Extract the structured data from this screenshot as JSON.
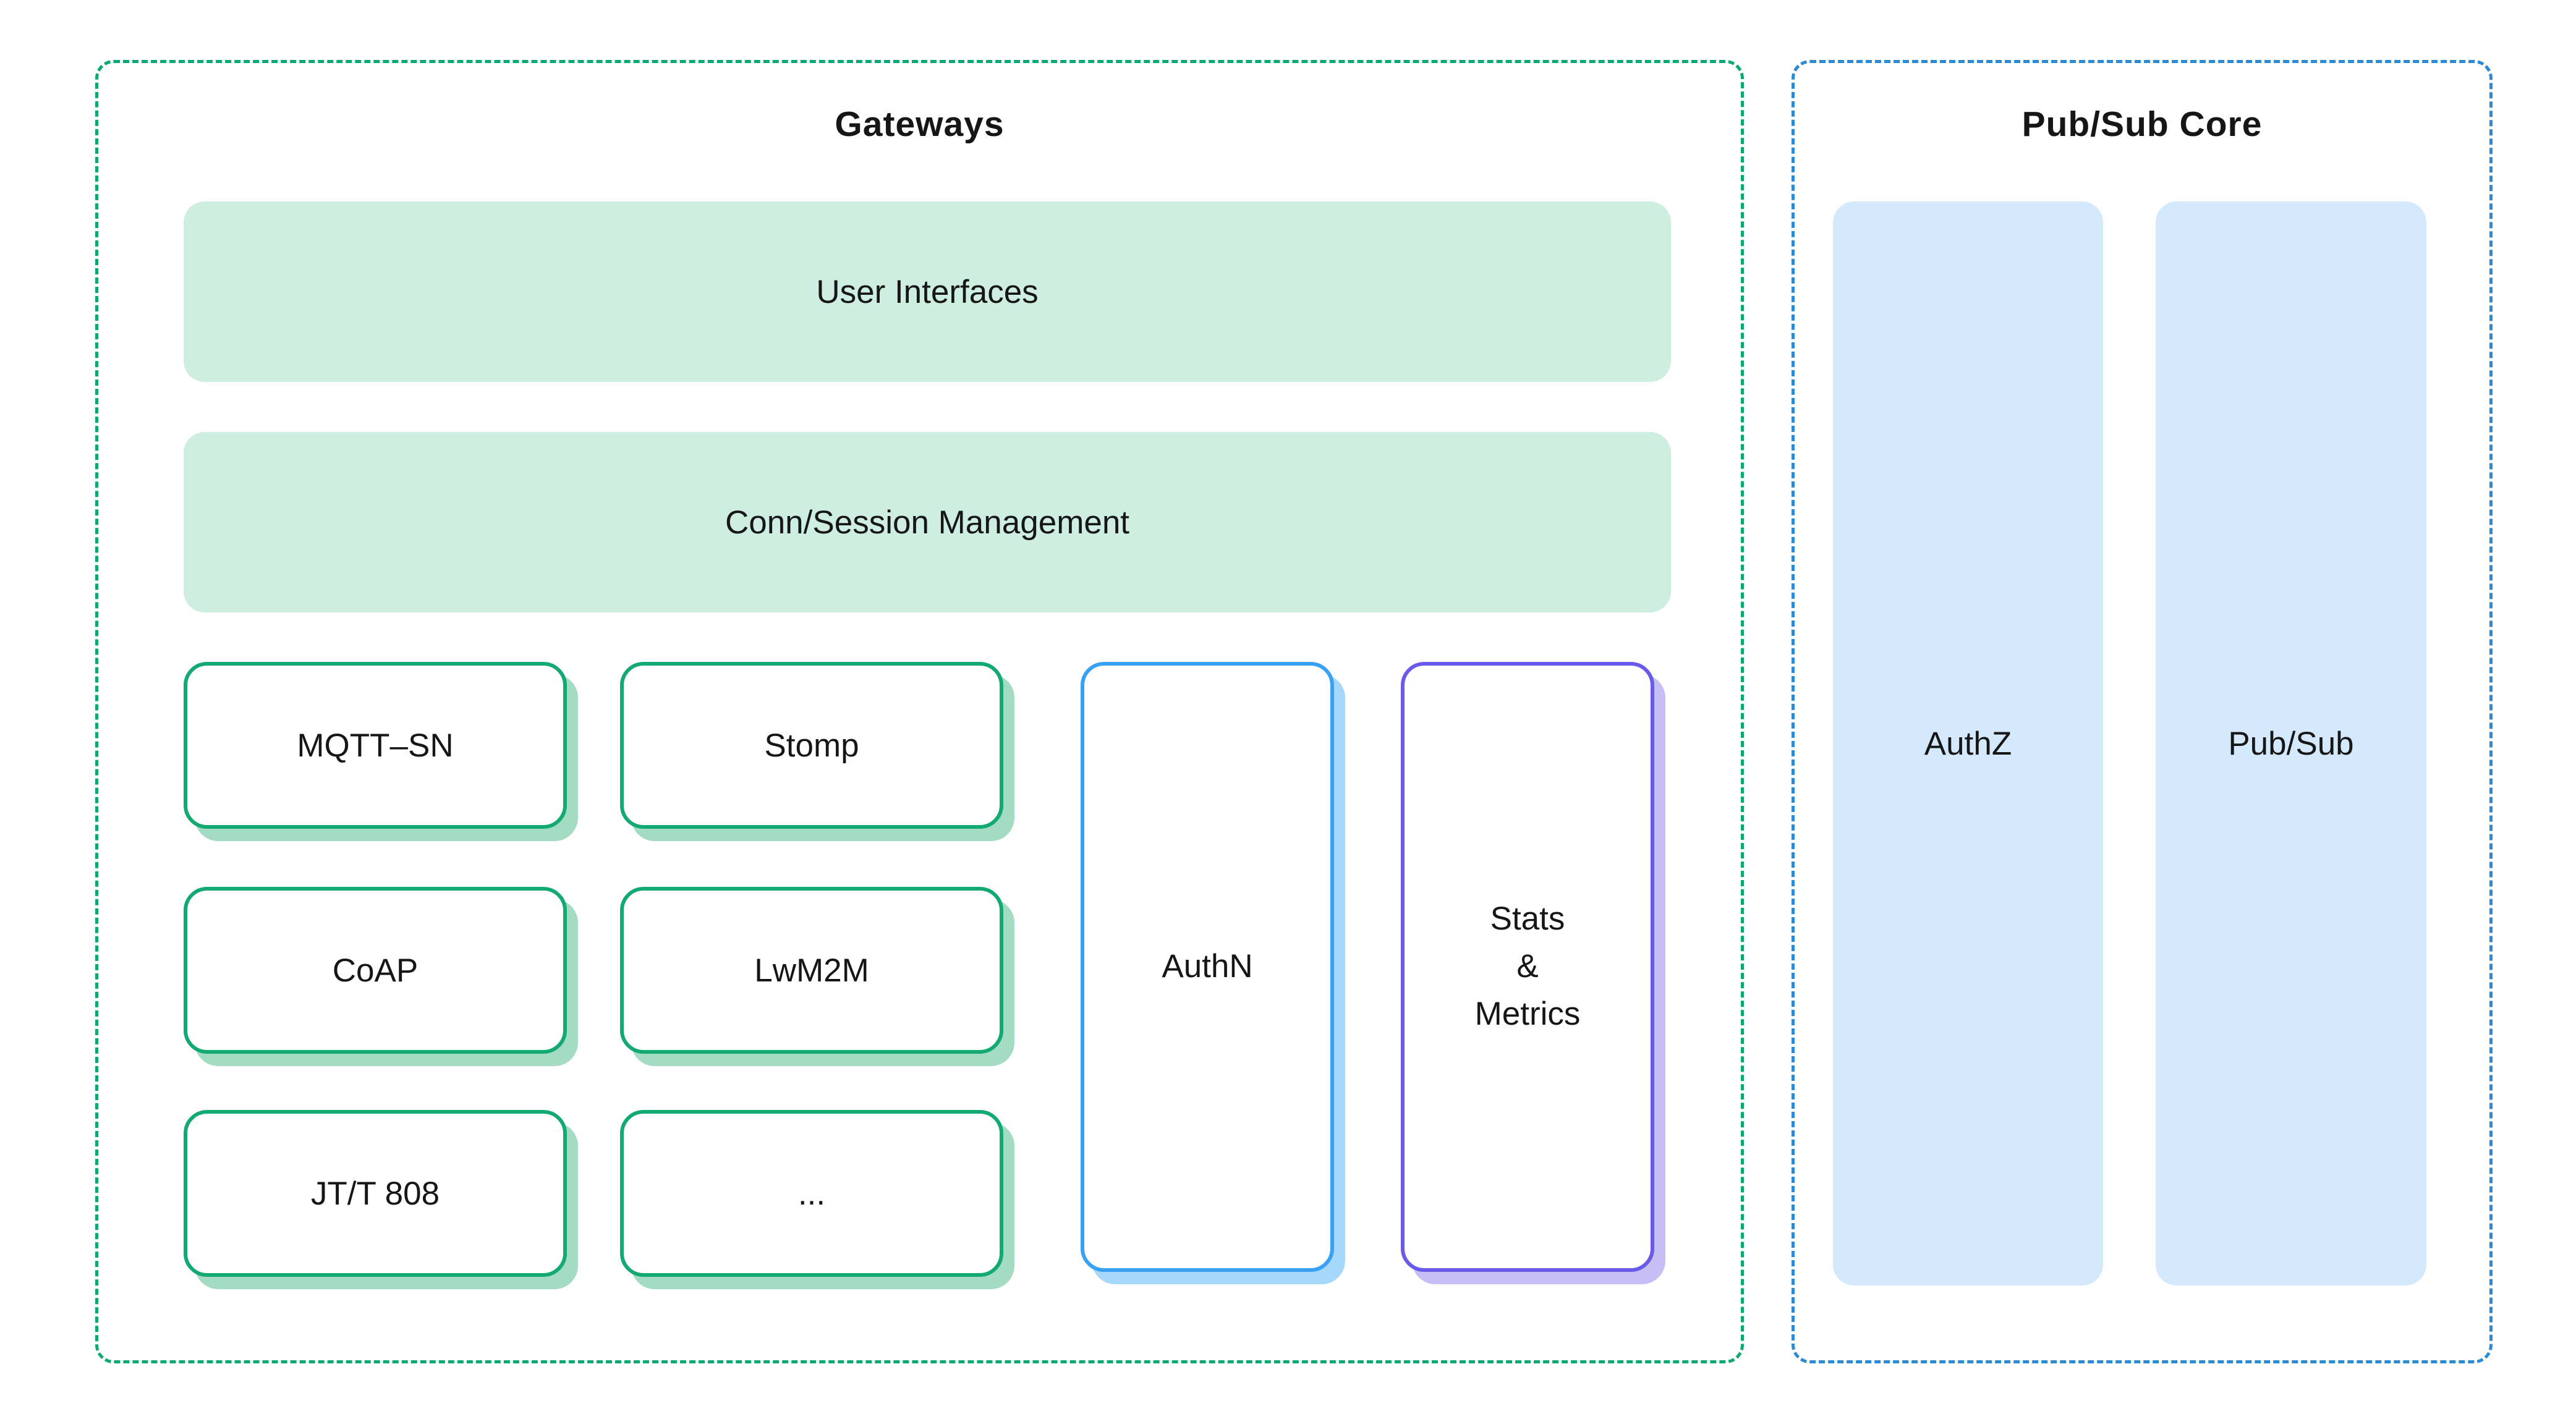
{
  "colors": {
    "text": "#161616",
    "panel-green": "#0ba873",
    "panel-blue": "#2b8ad1",
    "mint": "#cdeee1",
    "green-border": "#13a973",
    "green-shadow": "#a3dcc2",
    "blue-border": "#38a1f3",
    "blue-shadow": "#a6d8fb",
    "purple-border": "#6a5ae9",
    "purple-shadow": "#c6bef5",
    "lightblue": "#d4eafc"
  },
  "gateways": {
    "title": "Gateways",
    "bars": {
      "user_interfaces": "User Interfaces",
      "conn_session": "Conn/Session Management"
    },
    "protocols": [
      "MQTT–SN",
      "Stomp",
      "CoAP",
      "LwM2M",
      "JT/T 808",
      "..."
    ],
    "authn_label": "AuthN",
    "stats_lines": [
      "Stats",
      "&",
      "Metrics"
    ]
  },
  "pubsub_core": {
    "title": "Pub/Sub Core",
    "columns": [
      "AuthZ",
      "Pub/Sub"
    ]
  }
}
